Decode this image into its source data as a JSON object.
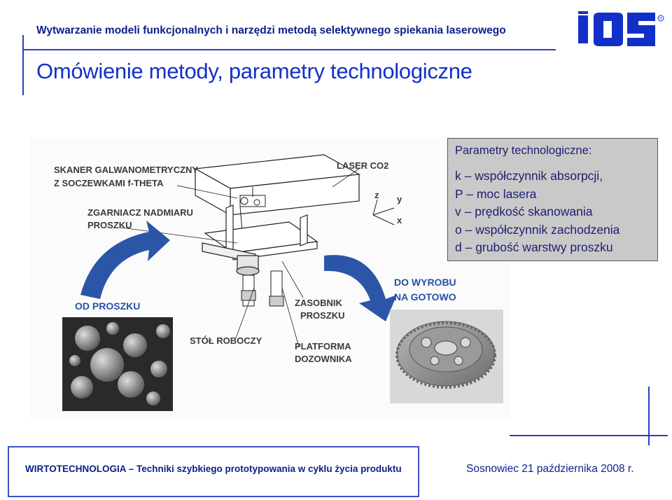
{
  "header": {
    "text": "Wytwarzanie modeli funkcjonalnych i narzędzi metodą selektywnego spiekania laserowego",
    "logo_text": "IOS"
  },
  "slide": {
    "title": "Omówienie metody, parametry technologiczne"
  },
  "diagram": {
    "labels": {
      "scanner_1": "SKANER GALWANOMETRYCZNY",
      "scanner_2": "Z SOCZEWKAMI f-THETA",
      "laser": "LASER CO2",
      "scraper_1": "ZGARNIACZ NADMIARU",
      "scraper_2": "PROSZKU",
      "axis_z": "z",
      "axis_y": "y",
      "axis_x": "x",
      "from_powder": "OD PROSZKU",
      "to_product_1": "DO WYROBU",
      "to_product_2": "NA GOTOWO",
      "container_1": "ZASOBNIK",
      "container_2": "PROSZKU",
      "work_table": "STÓŁ ROBOCZY",
      "platform_1": "PLATFORMA",
      "platform_2": "DOZOWNIKA"
    }
  },
  "parameters": {
    "heading": "Parametry technologiczne:",
    "items": [
      "k – współczynnik absorpcji,",
      "P – moc lasera",
      "v – prędkość skanowania",
      "o – współczynnik zachodzenia",
      "d – grubość warstwy proszku"
    ]
  },
  "footer": {
    "left": "WIRTOTECHNOLOGIA – Techniki szybkiego prototypowania w cyklu życia produktu",
    "right": "Sosnowiec 21 października 2008 r."
  },
  "colors": {
    "primary_blue": "#1230c8",
    "arrow_blue": "#2b56a8",
    "panel_gray": "#c9c9c9"
  }
}
